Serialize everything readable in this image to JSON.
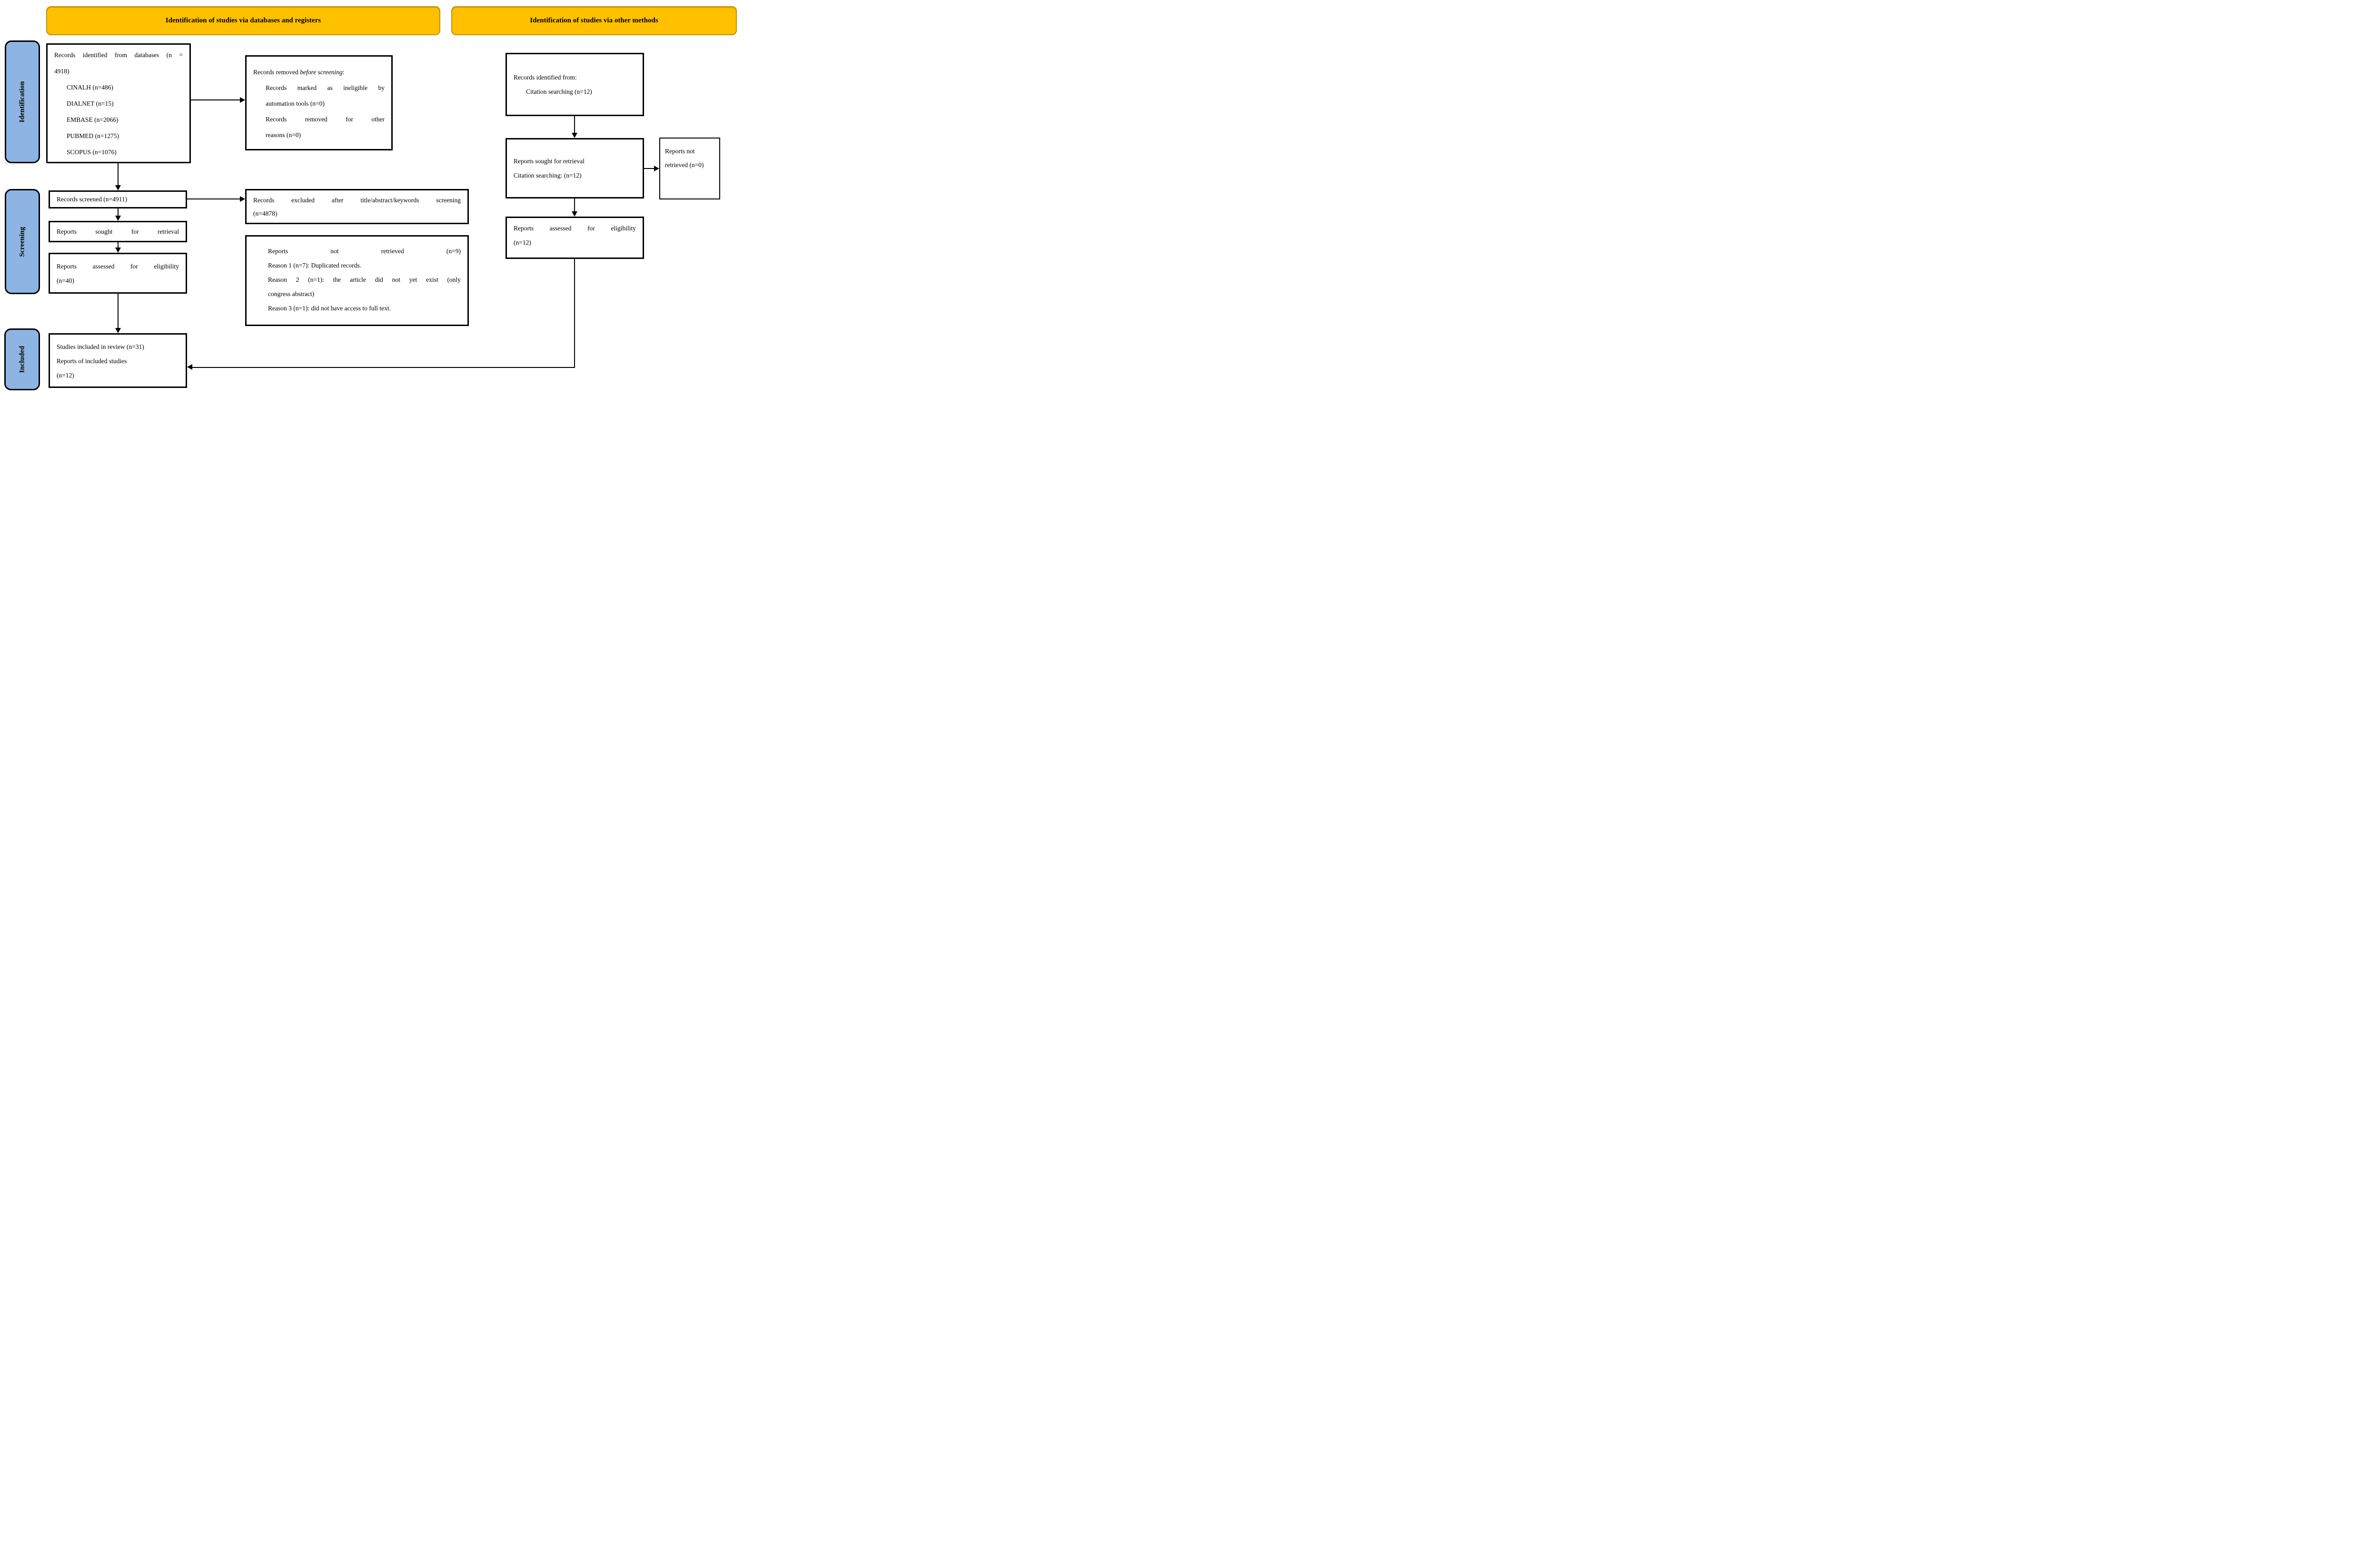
{
  "headers": {
    "databases_registers": "Identification of studies via databases and registers",
    "other_methods": "Identification of studies via other methods"
  },
  "stages": {
    "identification": "Identification",
    "screening": "Screening",
    "included": "Included"
  },
  "colors": {
    "header_fill": "#FFC000",
    "header_border": "#BF9000",
    "stage_fill": "#8DB4E2",
    "box_border": "#000000",
    "arrow": "#000000"
  },
  "boxes": {
    "records_identified": {
      "intro_line1_words": [
        "Records",
        "identified",
        "from",
        "databases",
        "(n",
        "="
      ],
      "intro_line2": "4918)",
      "sources": [
        "CINALH (n=486)",
        "DIALNET (n=15)",
        "EMBASE (n=2066)",
        "PUBMED (n=1275)",
        "SCOPUS (n=1076)"
      ]
    },
    "records_removed": {
      "title_prefix": "Records removed ",
      "title_italic": "before screening",
      "title_suffix": ":",
      "item1_line1_words": [
        "Records",
        "marked",
        "as",
        "ineligible",
        "by"
      ],
      "item1_line2": "automation tools (n=0)",
      "item2_line1_words": [
        "Records",
        "removed",
        "for",
        "other"
      ],
      "item2_line2": "reasons (n=0)"
    },
    "records_screened": {
      "text": "Records screened (n=4911)"
    },
    "records_excluded": {
      "line1_words": [
        "Records",
        "excluded",
        "after",
        "title/abstract/keywords",
        "screening"
      ],
      "line2": "(n=4878)"
    },
    "reports_sought": {
      "words": [
        "Reports",
        "sought",
        "for",
        "retrieval"
      ]
    },
    "reports_not_retrieved_reasons": {
      "title_words": [
        "Reports",
        "not",
        "retrieved",
        "(n=9)"
      ],
      "reason1": "Reason 1 (n=7): Duplicated records.",
      "reason2_line1_words": [
        "Reason",
        "2",
        "(n=1):",
        "the",
        "article",
        "did",
        "not",
        "yet",
        "exist",
        "(only"
      ],
      "reason2_line2": "congress abstract)",
      "reason3": "Reason 3 (n=1): did not have access to full text."
    },
    "reports_assessed": {
      "line1_words": [
        "Reports",
        "assessed",
        "for",
        "eligibility"
      ],
      "line2": "(n=40)"
    },
    "studies_included": {
      "lines": [
        "Studies included in review (n=31)",
        "Reports of included studies",
        "(n=12)"
      ]
    },
    "records_identified_other": {
      "intro": "Records identified from:",
      "item": "Citation searching (n=12)"
    },
    "reports_sought_other": {
      "line1": "Reports sought for retrieval",
      "line2": "Citation searching: (n=12)"
    },
    "reports_not_retrieved_other": {
      "text": "Reports not retrieved (n=0)"
    },
    "reports_assessed_other": {
      "line1_words": [
        "Reports",
        "assessed",
        "for",
        "eligibility"
      ],
      "line2": "(n=12)"
    }
  }
}
